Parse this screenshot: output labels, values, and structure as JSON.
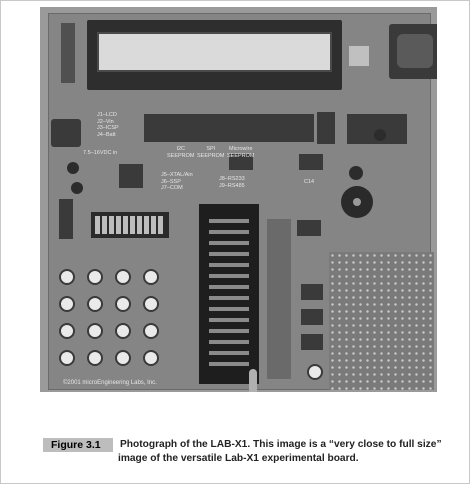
{
  "figure": {
    "label": "Figure 3.1",
    "caption_line1": "Photograph of the LAB-X1. This image is a “very close to full size”",
    "caption_line2": "image of the versatile Lab-X1 experimental board."
  },
  "photo": {
    "board_labels": {
      "jumpers": "J1–LCD\nJ2–Vin\nJ3–ICSP\nJ4–Batt",
      "power": "7.5–16VDC in",
      "i2c": "I2C\nSEEPROM",
      "spi": "SPI\nSEEPROM",
      "microwire": "Microwire\nSEEPROM",
      "xtal": "J5–XTAL/Ain\nJ6–SSP\nJ7–COM",
      "rs232": "J8–RS233\nJ9–RS485",
      "copyright": "©2001 microEngineering Labs, Inc.",
      "c14": "C14"
    }
  }
}
